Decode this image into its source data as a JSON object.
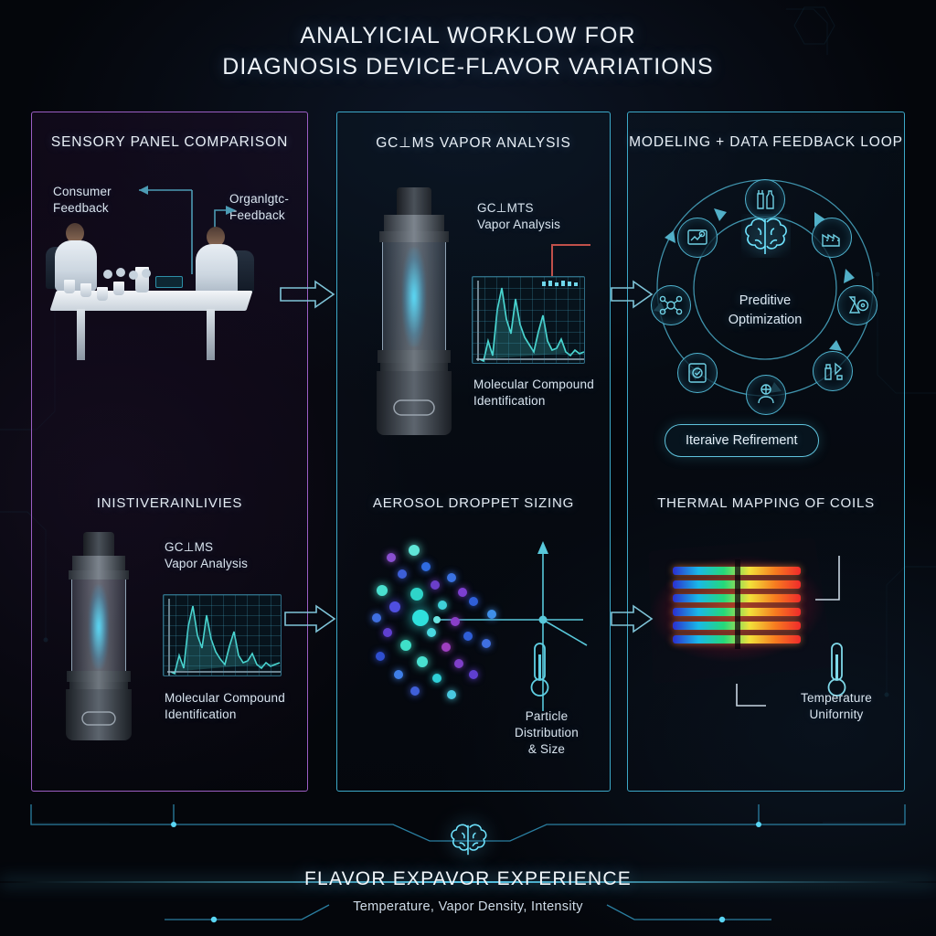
{
  "title": {
    "line1": "ANALYICIAL WORKLOW FOR",
    "line2": "DIAGNOSIS DEVICE-FLAVOR VARIATIONS"
  },
  "colors": {
    "panel1_border": "#9b5ec4",
    "panel2_border": "#3ca8c8",
    "panel3_border": "#3ca8c8",
    "accent_cyan": "#5fc3dd",
    "background": "#04060b",
    "text_primary": "#eef3f8"
  },
  "panels": [
    {
      "id": "sensory",
      "header": "SENSORY PANEL COMPARISON",
      "labels": {
        "consumer_feedback": "Consumer\nFeedback",
        "organoleptic_feedback": "Organlgtc-\nFeedback"
      },
      "sub_section": {
        "header": "INISTIVERAINLIVIES",
        "device_label_line1": "GC⊥MS",
        "device_label_line2": "Vapor Analysis",
        "chart_caption_line1": "Molecular Compound",
        "chart_caption_line2": "Identification"
      }
    },
    {
      "id": "gcms",
      "header": "GC⊥MS VAPOR ANALYSIS",
      "labels": {
        "device_label_line1": "GC⊥MTS",
        "device_label_line2": "Vapor Analysis",
        "chart_caption_line1": "Molecular Compound",
        "chart_caption_line2": "Identification"
      },
      "sub_section": {
        "header": "AEROSOL DROPPET SIZING",
        "caption_line1": "Particle",
        "caption_line2": "Distribution",
        "caption_line3": "& Size",
        "icon": "thermometer-icon"
      }
    },
    {
      "id": "modeling",
      "header": "MODELING + DATA FEEDBACK LOOP",
      "loop": {
        "center_line1": "Preditive",
        "center_line2": "Optimization",
        "center_icon": "brain-icon",
        "nodes": [
          {
            "icon": "bottle-flavor-icon"
          },
          {
            "icon": "factory-icon"
          },
          {
            "icon": "flask-gauge-icon"
          },
          {
            "icon": "sample-tags-icon"
          },
          {
            "icon": "user-network-icon"
          },
          {
            "icon": "checklist-approved-icon"
          },
          {
            "icon": "molecule-node-icon"
          },
          {
            "icon": "data-chart-gear-icon"
          }
        ]
      },
      "refinement_pill": "Iteraive Refirement",
      "sub_section": {
        "header": "THERMAL MAPPING OF COILS",
        "caption_line1": "Temperature",
        "caption_line2": "Unifornity",
        "icon": "thermometer-icon"
      }
    }
  ],
  "footer": {
    "icon": "brain-icon",
    "title": "FLAVOR EXPAVOR EXPERIENCE",
    "subtitle": "Temperature, Vapor Density, Intensity"
  },
  "chart_data": [
    {
      "id": "gcms-spectrum-top",
      "type": "line",
      "title": "",
      "xlabel": "",
      "ylabel": "",
      "x": [
        0,
        1,
        2,
        3,
        4,
        5,
        6,
        7,
        8,
        9,
        10,
        11,
        12,
        13,
        14,
        15,
        16,
        17,
        18,
        19,
        20,
        21,
        22,
        23,
        24
      ],
      "values": [
        6,
        4,
        22,
        10,
        62,
        88,
        52,
        36,
        72,
        46,
        30,
        22,
        16,
        34,
        50,
        26,
        18,
        20,
        28,
        16,
        12,
        18,
        14,
        16,
        18
      ],
      "ylim": [
        0,
        100
      ],
      "grid": true,
      "series_color": "#49d6d0"
    },
    {
      "id": "gcms-spectrum-bottom",
      "type": "line",
      "title": "",
      "xlabel": "",
      "ylabel": "",
      "x": [
        0,
        1,
        2,
        3,
        4,
        5,
        6,
        7,
        8,
        9,
        10,
        11,
        12,
        13,
        14,
        15,
        16,
        17,
        18,
        19,
        20,
        21,
        22,
        23,
        24
      ],
      "values": [
        6,
        4,
        22,
        10,
        62,
        88,
        52,
        36,
        72,
        46,
        30,
        22,
        16,
        34,
        50,
        26,
        18,
        20,
        28,
        16,
        12,
        18,
        14,
        16,
        18
      ],
      "ylim": [
        0,
        100
      ],
      "grid": true,
      "series_color": "#49d6d0"
    },
    {
      "id": "aerosol-droplet-scatter",
      "type": "scatter",
      "title": "",
      "xlabel": "",
      "ylabel": "",
      "points": [
        {
          "x": 30,
          "y": 22,
          "r": 5,
          "c": "#8a4fd0"
        },
        {
          "x": 55,
          "y": 14,
          "r": 6,
          "c": "#5fe6d8"
        },
        {
          "x": 42,
          "y": 40,
          "r": 5,
          "c": "#3d5fd8"
        },
        {
          "x": 68,
          "y": 32,
          "r": 5,
          "c": "#2f6be0"
        },
        {
          "x": 20,
          "y": 58,
          "r": 6,
          "c": "#49e0cf"
        },
        {
          "x": 78,
          "y": 52,
          "r": 5,
          "c": "#6a3fc8"
        },
        {
          "x": 96,
          "y": 44,
          "r": 5,
          "c": "#3a72e2"
        },
        {
          "x": 58,
          "y": 62,
          "r": 7,
          "c": "#2fd4c8"
        },
        {
          "x": 108,
          "y": 60,
          "r": 5,
          "c": "#7d3fd0"
        },
        {
          "x": 34,
          "y": 76,
          "r": 6,
          "c": "#4f4fe0"
        },
        {
          "x": 86,
          "y": 74,
          "r": 5,
          "c": "#3fd0d8"
        },
        {
          "x": 120,
          "y": 70,
          "r": 5,
          "c": "#2f5fd8"
        },
        {
          "x": 14,
          "y": 88,
          "r": 5,
          "c": "#3f6fe0"
        },
        {
          "x": 62,
          "y": 88,
          "r": 9,
          "c": "#2fe0dc"
        },
        {
          "x": 100,
          "y": 92,
          "r": 5,
          "c": "#8a3fc8"
        },
        {
          "x": 140,
          "y": 84,
          "r": 5,
          "c": "#3f8fe8"
        },
        {
          "x": 26,
          "y": 104,
          "r": 5,
          "c": "#5f3fd0"
        },
        {
          "x": 74,
          "y": 104,
          "r": 5,
          "c": "#49d8e0"
        },
        {
          "x": 114,
          "y": 108,
          "r": 5,
          "c": "#2f5fd8"
        },
        {
          "x": 46,
          "y": 118,
          "r": 6,
          "c": "#3fe0c8"
        },
        {
          "x": 90,
          "y": 120,
          "r": 5,
          "c": "#9f3fc0"
        },
        {
          "x": 134,
          "y": 116,
          "r": 5,
          "c": "#3f6fe0"
        },
        {
          "x": 18,
          "y": 130,
          "r": 5,
          "c": "#2f4fd0"
        },
        {
          "x": 64,
          "y": 136,
          "r": 6,
          "c": "#49e0d0"
        },
        {
          "x": 104,
          "y": 138,
          "r": 5,
          "c": "#7f3fc8"
        },
        {
          "x": 38,
          "y": 150,
          "r": 5,
          "c": "#3f7fe8"
        },
        {
          "x": 80,
          "y": 154,
          "r": 5,
          "c": "#2fd0d8"
        },
        {
          "x": 120,
          "y": 150,
          "r": 5,
          "c": "#5f3fd0"
        },
        {
          "x": 56,
          "y": 168,
          "r": 5,
          "c": "#3f5fd8"
        },
        {
          "x": 96,
          "y": 172,
          "r": 5,
          "c": "#49c8e0"
        }
      ],
      "centroid": {
        "x": 62,
        "y": 88,
        "label": "droplet-centroid"
      }
    },
    {
      "id": "thermal-coil-map",
      "type": "heatmap",
      "title": "",
      "colorscale": [
        "#2b2fd0",
        "#19b9e8",
        "#25d97a",
        "#f2e23a",
        "#f77c20",
        "#ef2b2b"
      ],
      "rows": 7,
      "note": "coil temperature gradient bars"
    }
  ]
}
